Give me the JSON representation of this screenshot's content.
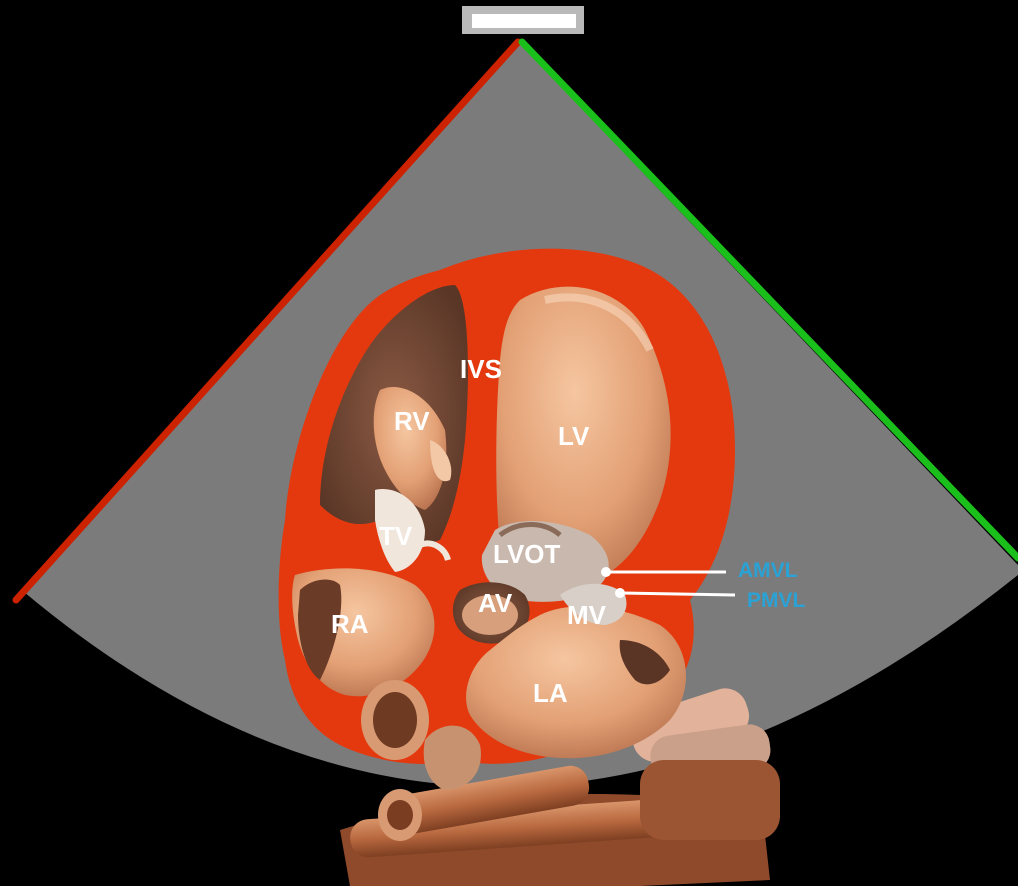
{
  "labels": {
    "ivs": "IVS",
    "rv": "RV",
    "lv": "LV",
    "tv": "TV",
    "lvot": "LVOT",
    "ra": "RA",
    "av": "AV",
    "mv": "MV",
    "la": "LA",
    "amvl": "AMVL",
    "pmvl": "PMVL"
  },
  "colors": {
    "background": "#000000",
    "sector": "#7b7b7b",
    "myocardium": "#e4390f",
    "chamber": "#e8a67e",
    "sector_left_edge": "#cc2200",
    "sector_right_edge": "#1bbf1b",
    "leader_label": "#2aa2d6",
    "chamber_label": "#ffffff"
  }
}
